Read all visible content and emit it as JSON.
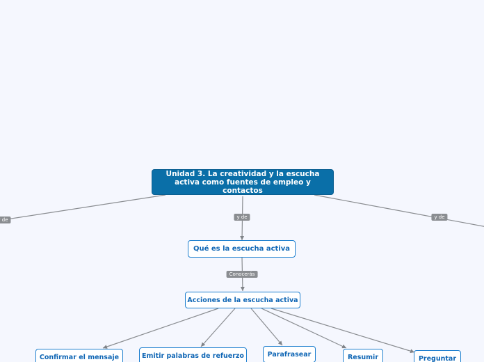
{
  "colors": {
    "background": "#f5f7fe",
    "main_fill": "#0a6fa8",
    "node_border": "#1d7fcf",
    "node_text": "#0f66b5",
    "edge": "#8a8d91"
  },
  "root": {
    "title": "Unidad 3. La creatividad y la escucha activa como fuentes de empleo y contactos"
  },
  "connectors": {
    "left": "y de",
    "center": "y de",
    "right": "y de",
    "conoceras": "Conocerás"
  },
  "nodes": {
    "que_es": "Qué es la escucha activa",
    "acciones": "Acciones de la escucha activa",
    "children": [
      "Confirmar el mensaje",
      "Emitir palabras de refuerzo",
      "Parafrasear",
      "Resumir",
      "Preguntar"
    ]
  }
}
